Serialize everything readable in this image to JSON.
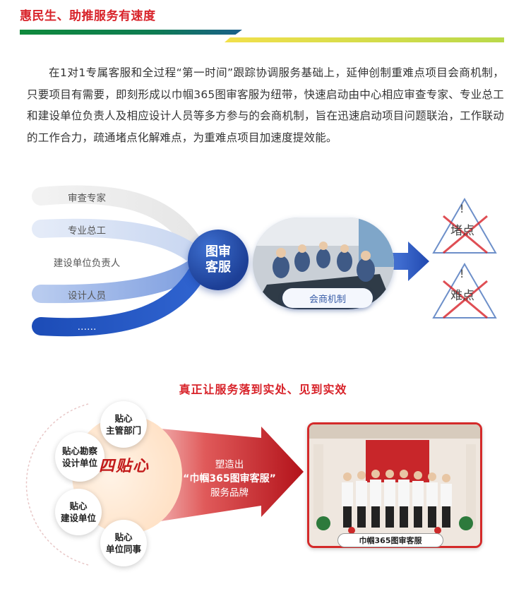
{
  "section": {
    "heading": "惠民生、助推服务有速度",
    "paragraph": "在1对1专属客服和全过程“第一时间”跟踪协调服务基础上，延伸创制重难点项目会商机制，只要项目有需要，即刻形成以巾帼365图审客服为纽带，快速启动由中心相应审查专家、专业总工和建设单位负责人及相应设计人员等多方参与的会商机制，旨在迅速启动项目问题联治，工作联动的工作合力，疏通堵点化解难点，为重难点项目加速度提效能。"
  },
  "diagram1": {
    "participants": [
      "审查专家",
      "专业总工",
      "建设单位负责人",
      "设计人员",
      "……"
    ],
    "hub": "图审客服",
    "meeting_label": "会商机制",
    "problems": [
      "堵点",
      "难点"
    ],
    "warn_mark": "!",
    "colors": {
      "hub": "#1d3f96",
      "arrow": "#2b5bc4",
      "cross": "#d8232a"
    }
  },
  "diagram2": {
    "title": "真正让服务落到实处、见到实效",
    "bubbles": [
      {
        "line1": "贴心",
        "line2": "主管部门"
      },
      {
        "line1": "贴心勘察",
        "line2": "设计单位"
      },
      {
        "line1": "贴心",
        "line2": "建设单位"
      },
      {
        "line1": "贴心",
        "line2": "单位同事"
      }
    ],
    "core": "四贴心",
    "arrow_lines": [
      "塑造出",
      "“巾帼365图审客服”",
      "服务品牌"
    ],
    "photo_caption": "巾帼365图审客服",
    "colors": {
      "accent": "#d42a2a",
      "arrow": "#c21a1a"
    }
  }
}
